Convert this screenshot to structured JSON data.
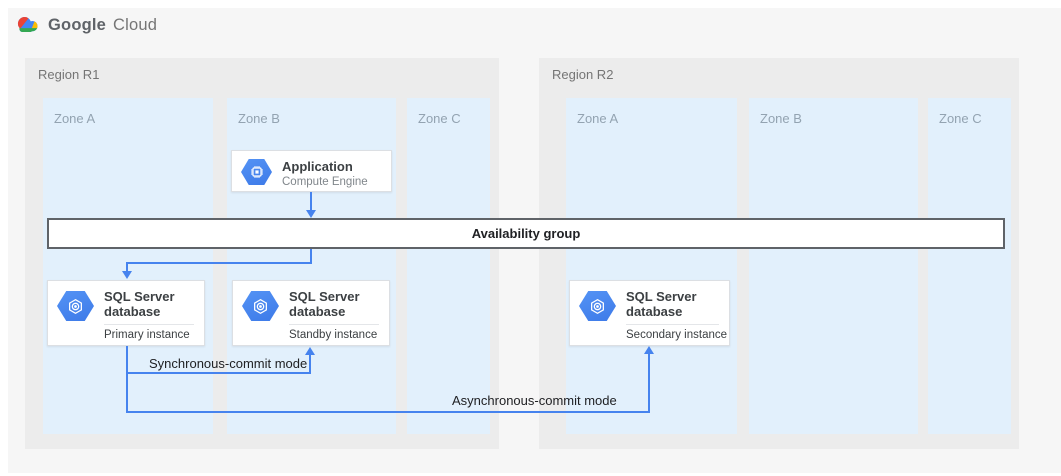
{
  "logo": {
    "brand": "Google",
    "product": "Cloud"
  },
  "regions": [
    {
      "label": "Region R1",
      "zones": [
        {
          "label": "Zone A"
        },
        {
          "label": "Zone B"
        },
        {
          "label": "Zone C"
        }
      ]
    },
    {
      "label": "Region R2",
      "zones": [
        {
          "label": "Zone A"
        },
        {
          "label": "Zone B"
        },
        {
          "label": "Zone C"
        }
      ]
    }
  ],
  "nodes": {
    "application": {
      "title": "Application",
      "subtitle": "Compute Engine",
      "icon": "compute-engine-icon"
    },
    "availability_group": {
      "label": "Availability group"
    },
    "sql_primary": {
      "title": "SQL Server database",
      "subtitle": "Primary instance",
      "icon": "cloud-sql-icon"
    },
    "sql_standby": {
      "title": "SQL Server database",
      "subtitle": "Standby instance",
      "icon": "cloud-sql-icon"
    },
    "sql_secondary": {
      "title": "SQL Server database",
      "subtitle": "Secondary instance",
      "icon": "cloud-sql-icon"
    }
  },
  "edges": {
    "sync": {
      "label": "Synchronous-commit mode"
    },
    "async": {
      "label": "Asynchronous-commit mode"
    }
  },
  "colors": {
    "canvas_fill": "#f6f6f6",
    "region_fill": "#ececec",
    "zone_fill": "#e2f0fc",
    "edge_blue": "#4683ee",
    "icon_blue": "#4285f4",
    "bar_border": "#5f6368",
    "logo_red": "#ea4335",
    "logo_blue": "#4285f4",
    "logo_yellow": "#fbbc05",
    "logo_green": "#34a853"
  }
}
